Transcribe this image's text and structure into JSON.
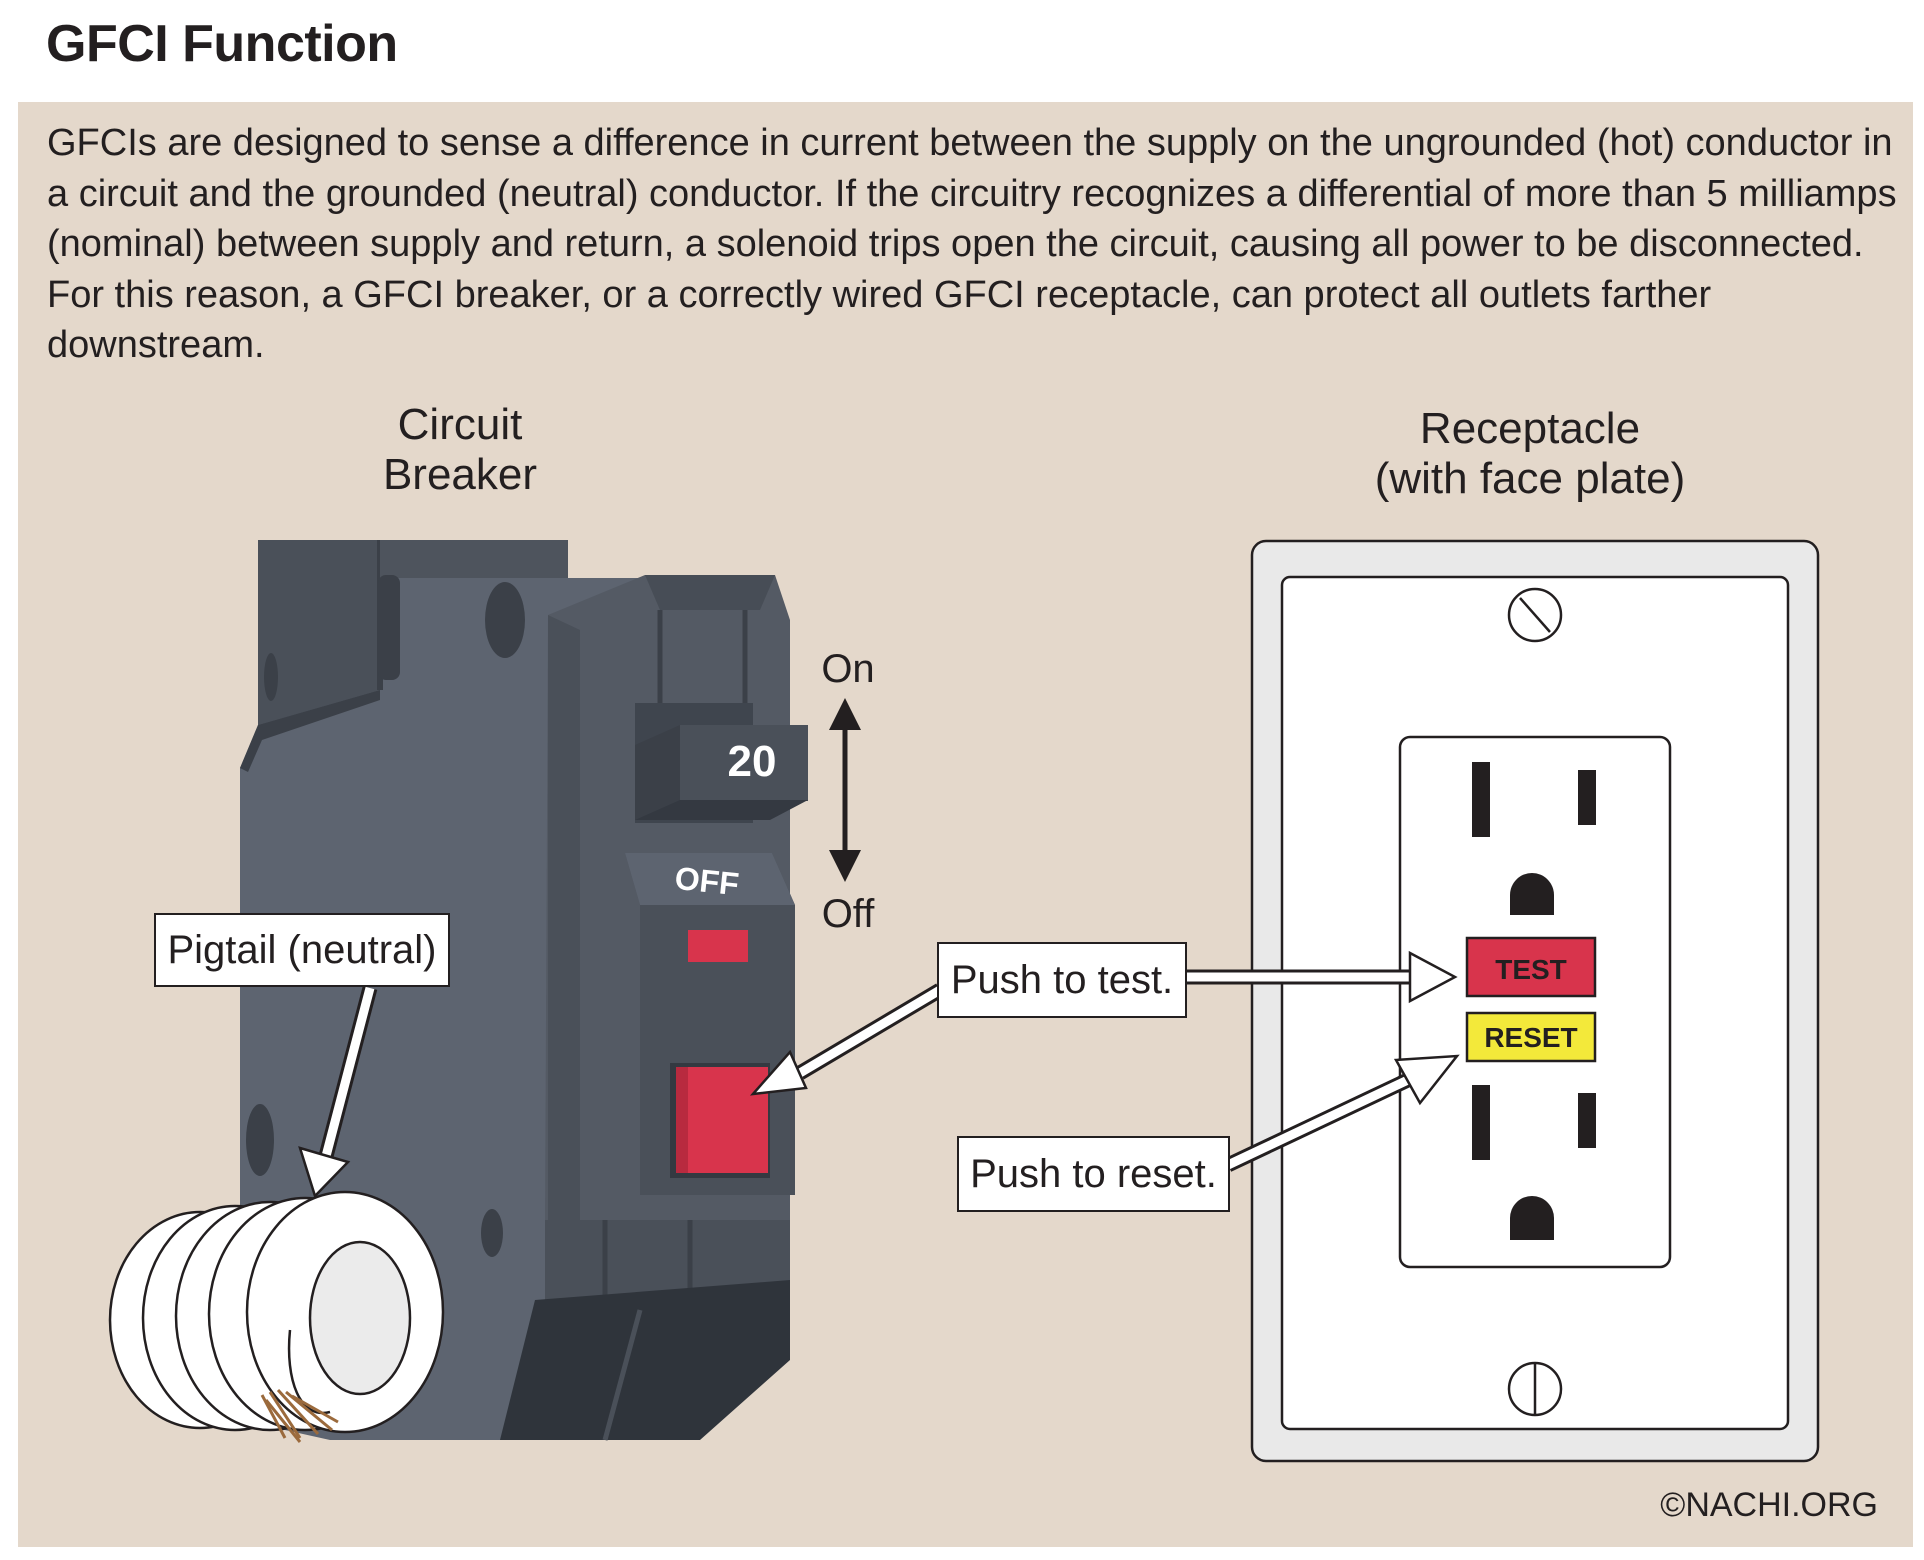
{
  "title": "GFCI Function",
  "intro": "GFCIs are designed to sense a difference in current between the supply on the ungrounded (hot) conductor in a circuit and the grounded (neutral) conductor. If the circuitry recognizes a differential of more than 5 milliamps (nominal) between supply and return, a solenoid trips open the circuit, causing all power to be disconnected. For this reason, a GFCI breaker, or a correctly wired GFCI receptacle, can protect all outlets farther downstream.",
  "breaker": {
    "heading_line1": "Circuit",
    "heading_line2": "Breaker",
    "rating": "20",
    "off_stamp": "OFF",
    "on_label": "On",
    "off_label": "Off",
    "pigtail_label": "Pigtail (neutral)"
  },
  "receptacle": {
    "heading_line1": "Receptacle",
    "heading_line2": "(with face plate)",
    "test_button": "TEST",
    "reset_button": "RESET"
  },
  "callouts": {
    "push_test": "Push to test.",
    "push_reset": "Push to reset."
  },
  "credit": "©NACHI.ORG",
  "colors": {
    "background_panel": "#e4d8cb",
    "breaker_body": "#5d6470",
    "test_red": "#d8344c",
    "reset_yellow": "#f3e93a",
    "wire_white": "#ffffff",
    "copper": "#9b6a3c"
  }
}
